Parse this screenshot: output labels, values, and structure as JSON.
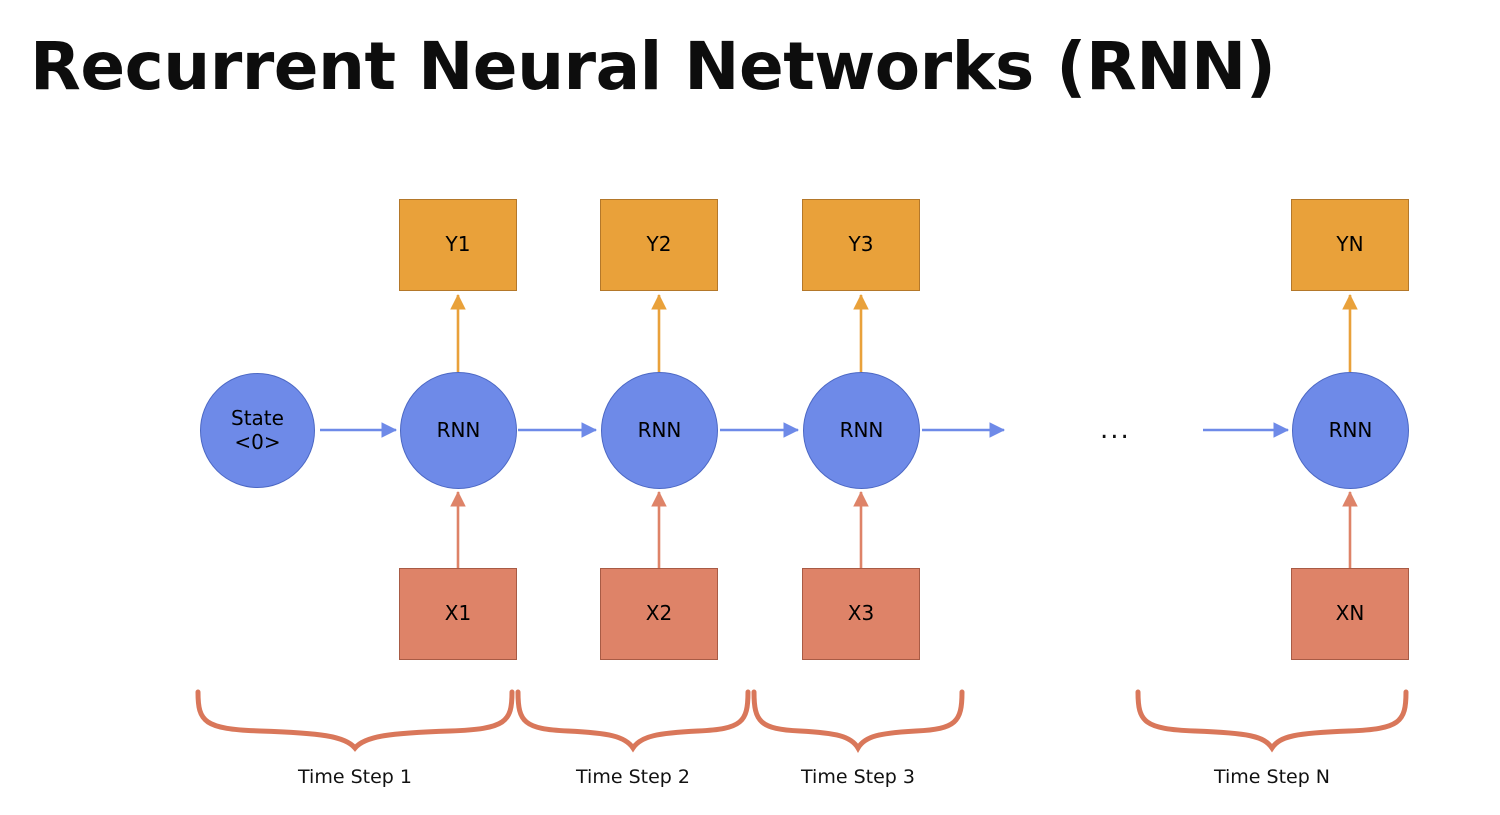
{
  "slide": {
    "title": "Recurrent Neural Networks (RNN)",
    "background_color": "#ffffff"
  },
  "colors": {
    "output_fill": "#E9A13A",
    "output_stroke": "#B4782A",
    "input_fill": "#DE8368",
    "input_stroke": "#A85B45",
    "cell_fill": "#6E8AE8",
    "cell_stroke": "#4C68C4",
    "state_arrow": "#6E8AE8",
    "output_arrow": "#E9A13A",
    "input_arrow": "#DE8368",
    "brace": "#D9775A",
    "text": "#111111"
  },
  "diagram": {
    "type": "rnn-unrolled",
    "initial_state": {
      "label": "State\n<0>",
      "line1": "State",
      "line2": "<0>"
    },
    "cell_label": "RNN",
    "ellipsis": "...",
    "columns": [
      {
        "id": "t1",
        "output": "Y1",
        "cell": "RNN",
        "input": "X1"
      },
      {
        "id": "t2",
        "output": "Y2",
        "cell": "RNN",
        "input": "X2"
      },
      {
        "id": "t3",
        "output": "Y3",
        "cell": "RNN",
        "input": "X3"
      },
      {
        "id": "tN",
        "output": "YN",
        "cell": "RNN",
        "input": "XN"
      }
    ],
    "time_steps": [
      {
        "label": "Time Step 1"
      },
      {
        "label": "Time Step 2"
      },
      {
        "label": "Time Step 3"
      },
      {
        "label": "Time Step N"
      }
    ]
  }
}
